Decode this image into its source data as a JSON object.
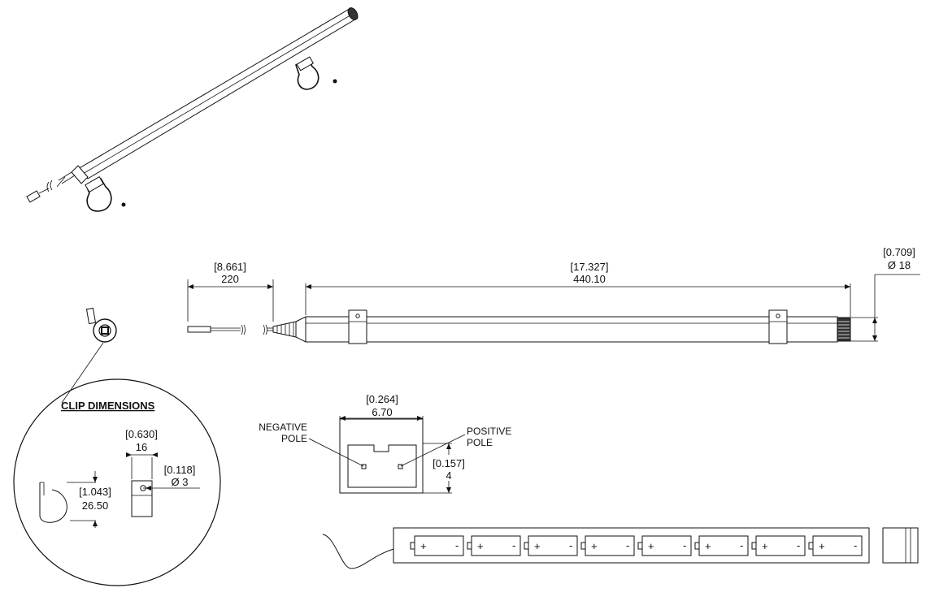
{
  "clip_section": {
    "title": "CLIP DIMENSIONS",
    "width_in": "[0.630]",
    "width_mm": "16",
    "hole_in": "[0.118]",
    "hole_mm": "Ø 3",
    "height_in": "[1.043]",
    "height_mm": "26.50"
  },
  "side_view": {
    "cable_length_in": "[8.661]",
    "cable_length_mm": "220",
    "body_length_in": "[17.327]",
    "body_length_mm": "440.10",
    "diameter_in": "[0.709]",
    "diameter_mm": "Ø 18"
  },
  "connector": {
    "width_in": "[0.264]",
    "width_mm": "6.70",
    "height_in": "[0.157]",
    "height_mm": "4",
    "negative_label": [
      "NEGATIVE",
      "POLE"
    ],
    "positive_label": [
      "POSITIVE",
      "POLE"
    ]
  },
  "battery_pack": {
    "cells": [
      {
        "plus": "+",
        "minus": "-"
      },
      {
        "plus": "+",
        "minus": "-"
      },
      {
        "plus": "+",
        "minus": "-"
      },
      {
        "plus": "+",
        "minus": "-"
      },
      {
        "plus": "+",
        "minus": "-"
      },
      {
        "plus": "+",
        "minus": "-"
      },
      {
        "plus": "+",
        "minus": "-"
      },
      {
        "plus": "+",
        "minus": "-"
      }
    ]
  }
}
